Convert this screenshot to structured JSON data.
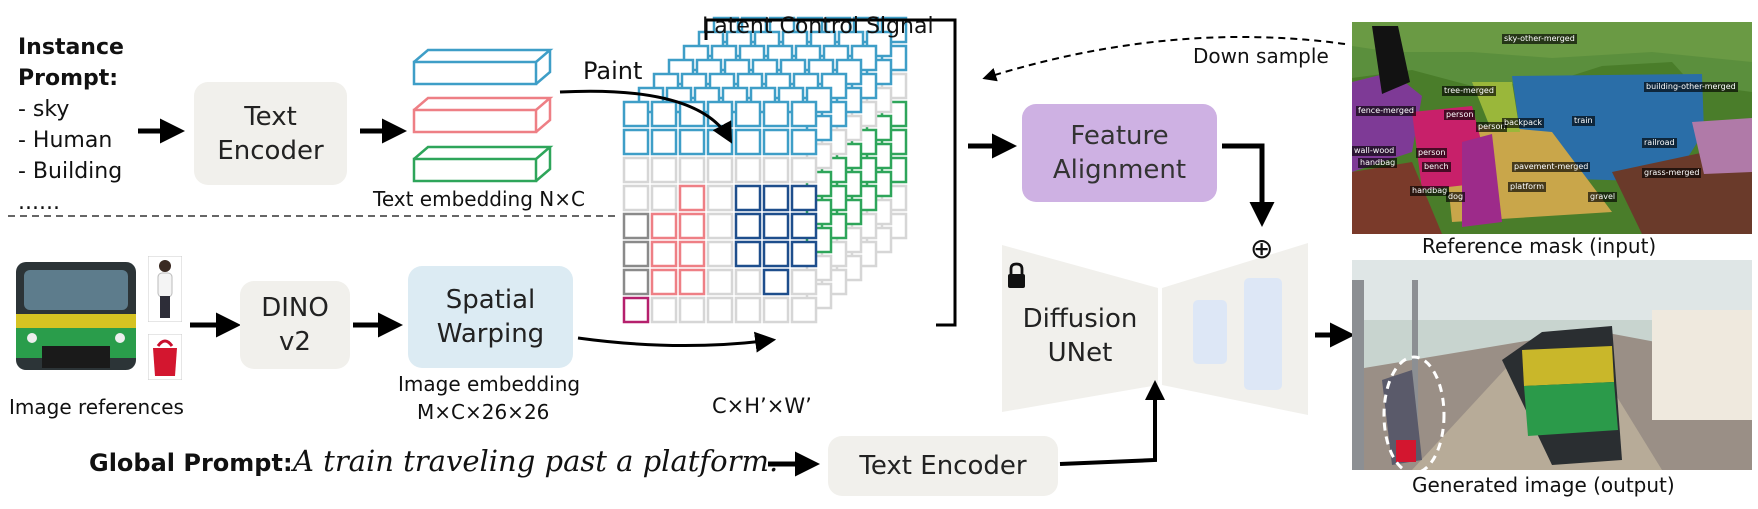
{
  "instance_prompt": {
    "title_line1": "Instance",
    "title_line2": "Prompt:",
    "items": [
      "- sky",
      "- Human",
      "- Building",
      "......"
    ]
  },
  "text_encoder_top": "Text\nEncoder",
  "text_embedding_label": "Text embedding N×C",
  "paint_label": "Paint",
  "latent_label": "Latent Control Signal",
  "tensor_dims_label": "C×H’×W’",
  "feature_alignment": "Feature\nAlignment",
  "down_sample_label": "Down sample",
  "reference_mask_caption": "Reference mask (input)",
  "generated_image_caption": "Generated image (output)",
  "image_references_label": "Image references",
  "dino": "DINO\nv2",
  "spatial_warping": "Spatial\nWarping",
  "image_embedding_line1": "Image embedding",
  "image_embedding_line2": "M×C×26×26",
  "diffusion_unet": "Diffusion\nUNet",
  "global_prompt_label": "Global Prompt:",
  "global_prompt_text": "A train traveling past a platform.",
  "text_encoder_bottom": "Text Encoder",
  "plus_symbol": "⊕",
  "mask_labels": [
    "sky-other-merged",
    "building-other-merged",
    "tree-merged",
    "fence-merged",
    "person",
    "person",
    "backpack",
    "train",
    "wall-wood",
    "person",
    "handbag",
    "bench",
    "pavement-merged",
    "railroad",
    "grass-merged",
    "handbag",
    "dog",
    "platform",
    "gravel"
  ],
  "colors": {
    "cyan": "#3e9ec7",
    "pink": "#ee7f85",
    "green": "#2ea55a",
    "navy": "#1e4e8c",
    "magenta": "#b5206d",
    "gray_cube": "#8a8a8a",
    "purple_box": "#ceb1e3",
    "blue_box": "#dcebf3",
    "gray_box": "#f1f0ec"
  }
}
